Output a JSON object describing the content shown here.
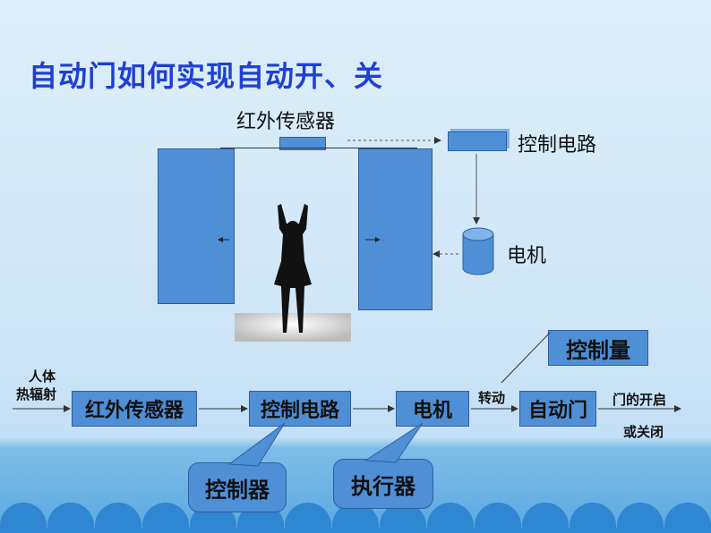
{
  "title": "自动门如何实现自动开、关",
  "door_diagram": {
    "sensor_label": "红外传感器",
    "control_label": "控制电路",
    "motor_label": "电机"
  },
  "flow": {
    "input_line1": "人体",
    "input_line2": "热辐射",
    "box_sensor": "红外传感器",
    "box_control": "控制电路",
    "box_motor": "电机",
    "rotation_label": "转动",
    "box_door": "自动门",
    "output_line1": "门的开启",
    "output_line2": "或关闭",
    "controlled_quantity": "控制量",
    "controller": "控制器",
    "actuator": "执行器"
  },
  "colors": {
    "title": "#1f3fd6",
    "box_fill": "#4f8fd6",
    "background_top": "#ddeefa",
    "wave": "#2f86d2"
  }
}
